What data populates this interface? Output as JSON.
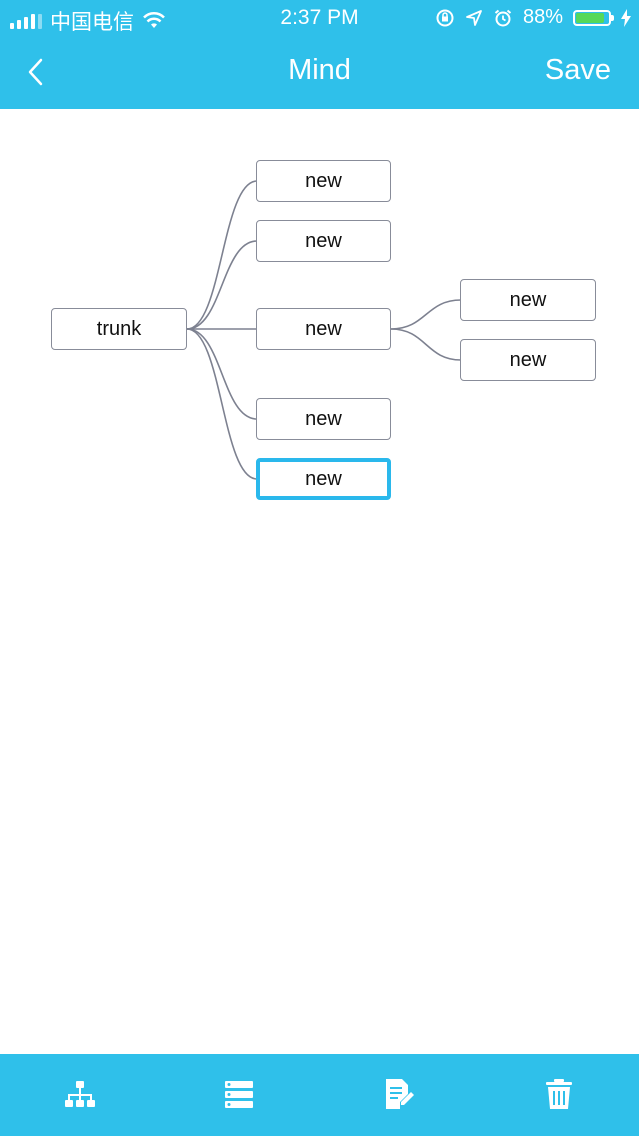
{
  "status_bar": {
    "carrier": "中国电信",
    "time": "2:37 PM",
    "battery_percent": "88%",
    "battery_level": 0.88,
    "icons": [
      "signal-icon",
      "wifi-icon",
      "orientation-lock-icon",
      "location-icon",
      "alarm-icon",
      "battery-icon",
      "charging-icon"
    ]
  },
  "nav": {
    "back_icon": "chevron-left-icon",
    "title": "Mind",
    "save_label": "Save"
  },
  "mindmap": {
    "root": "trunk",
    "children": [
      {
        "label": "new",
        "children": []
      },
      {
        "label": "new",
        "children": []
      },
      {
        "label": "new",
        "children": [
          {
            "label": "new"
          },
          {
            "label": "new"
          }
        ]
      },
      {
        "label": "new",
        "children": []
      },
      {
        "label": "new",
        "children": [],
        "selected": true
      }
    ]
  },
  "toolbar": {
    "items": [
      {
        "icon": "hierarchy-icon",
        "name": "add-child-button"
      },
      {
        "icon": "list-icon",
        "name": "add-sibling-button"
      },
      {
        "icon": "edit-note-icon",
        "name": "edit-button"
      },
      {
        "icon": "trash-icon",
        "name": "delete-button"
      }
    ]
  },
  "colors": {
    "accent": "#2fc0ea",
    "node_border": "#888c99",
    "selected_border": "#2ab8ec",
    "link": "#7d8190"
  }
}
